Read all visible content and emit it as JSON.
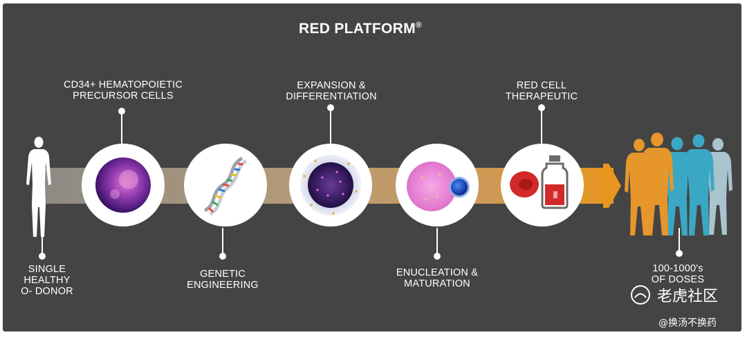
{
  "title": {
    "text": "RED PLATFORM",
    "mark": "®"
  },
  "labels": {
    "cd34": "CD34+ HEMATOPOIETIC\nPRECURSOR CELLS",
    "expansion": "EXPANSION &\nDIFFERENTIATION",
    "red_cell": "RED CELL\nTHERAPEUTIC",
    "donor": "SINGLE\nHEALTHY\nO- DONOR",
    "genetic": "GENETIC\nENGINEERING",
    "enucleation": "ENUCLEATION &\nMATURATION",
    "doses": "100-1000's\nOF DOSES"
  },
  "watermark": {
    "brand": "老虎社区",
    "handle": "@换汤不换药"
  },
  "colors": {
    "background": "#444444",
    "arrow_gray": "#8c8a85",
    "arrow_tan": "#b49a78",
    "arrow_orange": "#e8961e",
    "figure_orange": "#e6962a",
    "figure_teal": "#3aa8c4"
  },
  "icons": {
    "donor": "human-silhouette-icon",
    "stem_cell": "purple-cell-icon",
    "dna": "dna-helix-icon",
    "expanded_cell": "dotted-cell-icon",
    "enucleating_cell": "pink-cell-with-nucleus-icon",
    "therapeutic": "red-cell-and-vial-icon",
    "doses": "group-of-people-icon"
  }
}
